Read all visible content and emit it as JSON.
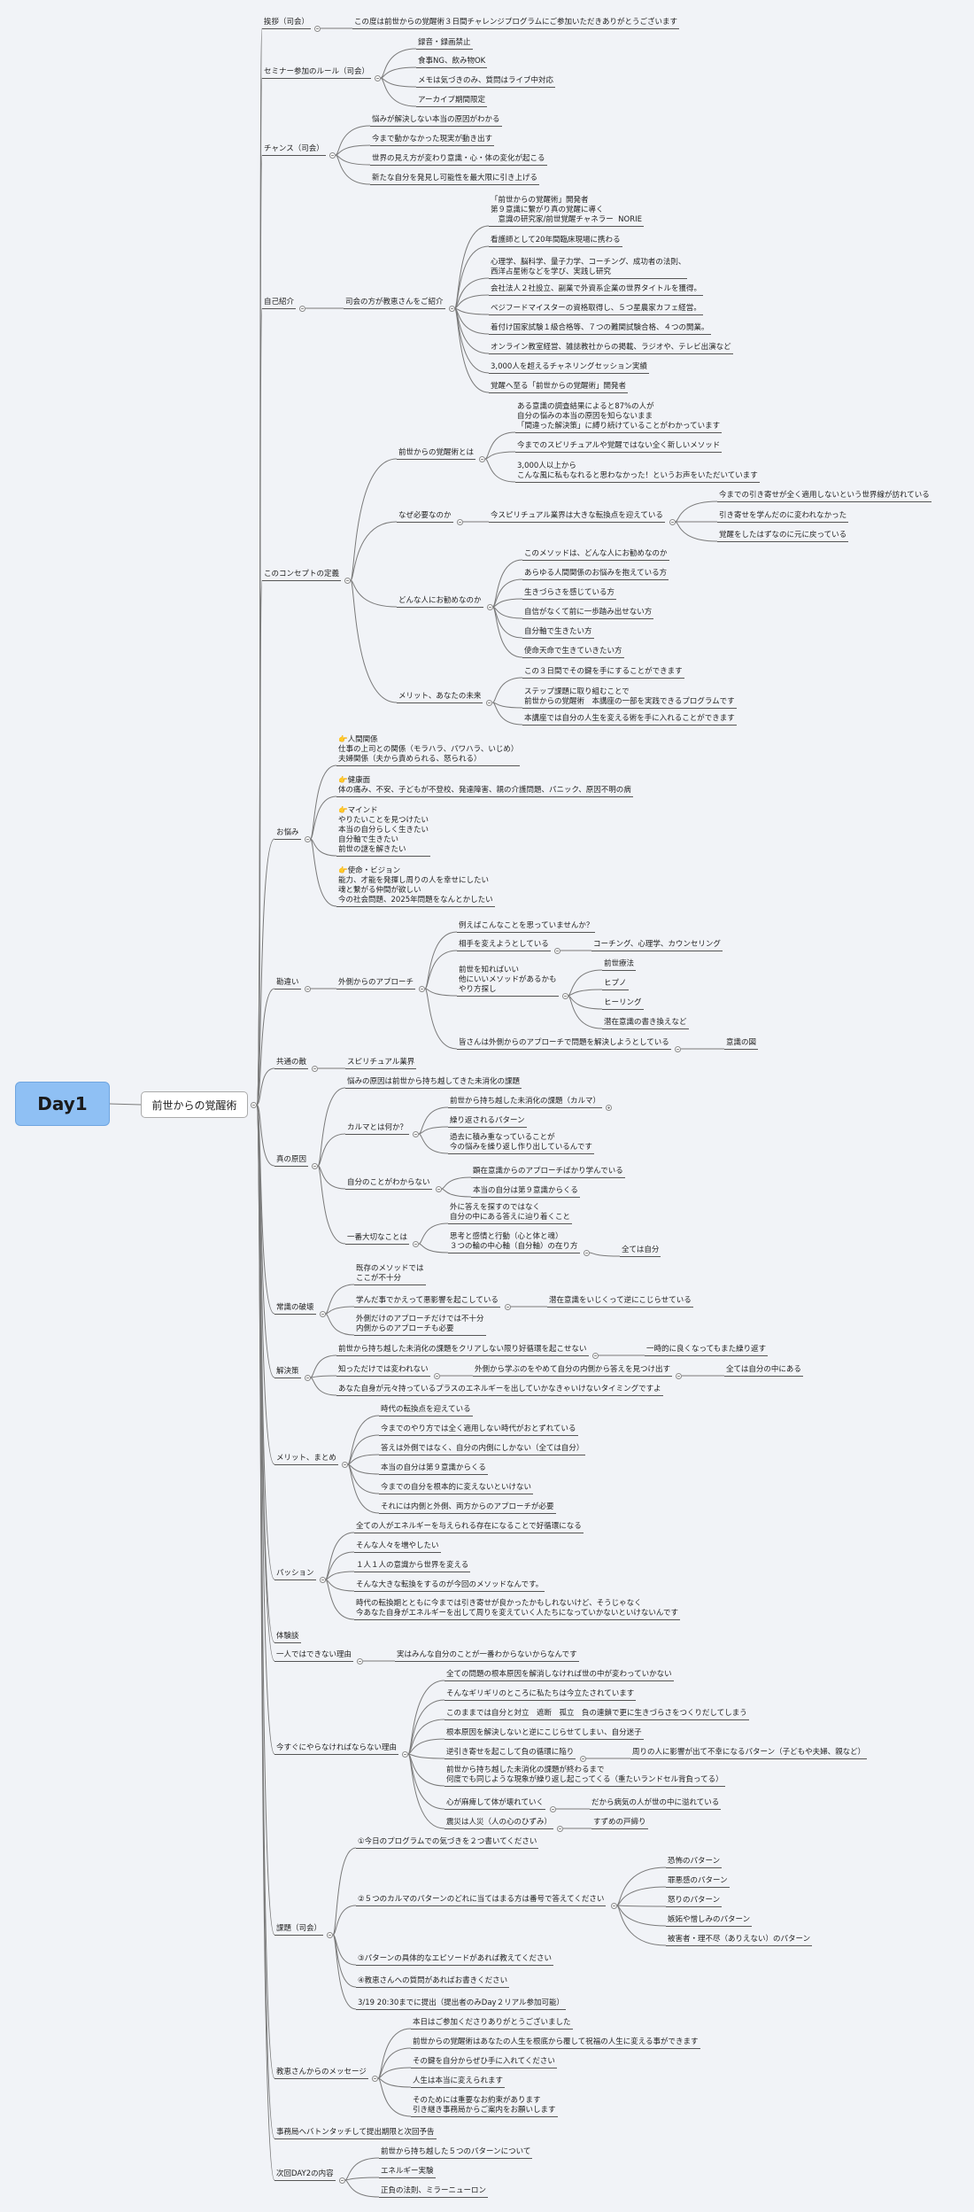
{
  "root": "Day1",
  "main": "前世からの覚醒術",
  "topics": [
    {
      "id": "t1",
      "text": "挨拶（司会）",
      "children": [
        {
          "id": "t1a",
          "text": "この度は前世からの覚醒術３日間チャレンジプログラムにご参加いただきありがとうございます"
        }
      ]
    },
    {
      "id": "t2",
      "text": "セミナー参加のルール（司会）",
      "children": [
        {
          "id": "t2a",
          "text": "録音・録画禁止"
        },
        {
          "id": "t2b",
          "text": "食事NG、飲み物OK"
        },
        {
          "id": "t2c",
          "text": "メモは気づきのみ、質問はライブ中対応"
        },
        {
          "id": "t2d",
          "text": "アーカイブ期間限定"
        }
      ]
    },
    {
      "id": "t3",
      "text": "チャンス（司会）",
      "children": [
        {
          "id": "t3a",
          "text": "悩みが解決しない本当の原因がわかる"
        },
        {
          "id": "t3b",
          "text": "今まで動かなかった現実が動き出す"
        },
        {
          "id": "t3c",
          "text": "世界の見え方が変わり意識・心・体の変化が起こる"
        },
        {
          "id": "t3d",
          "text": "新たな自分を発見し可能性を最大限に引き上げる"
        }
      ]
    },
    {
      "id": "t4",
      "text": "自己紹介",
      "children": [
        {
          "id": "t4a",
          "text": "司会の方が教恵さんをご紹介",
          "children": [
            {
              "id": "t4a1",
              "text": "「前世からの覚醒術」開発者\n第９意識に繋がり真の覚醒に導く\n　意識の研究家/前世覚醒チャネラー  NORIE"
            },
            {
              "id": "t4a2",
              "text": "看護師として20年間臨床現場に携わる"
            },
            {
              "id": "t4a3",
              "text": "心理学、脳科学、量子力学、コーチング、成功者の法則、\n西洋占星術などを学び、実践し研究"
            },
            {
              "id": "t4a4",
              "text": "会社法人２社設立、副業で外資系企業の世界タイトルを獲得。"
            },
            {
              "id": "t4a5",
              "text": "ベジフードマイスターの資格取得し、５つ星農家カフェ経営。"
            },
            {
              "id": "t4a6",
              "text": "着付け国家試験１級合格等、７つの難関試験合格、４つの開業。"
            },
            {
              "id": "t4a7",
              "text": "オンライン教室経営、雑誌教社からの掲載、ラジオや、テレビ出演など"
            },
            {
              "id": "t4a8",
              "text": "3,000人を超えるチャネリングセッション実績"
            },
            {
              "id": "t4a9",
              "text": "覚醒へ至る「前世からの覚醒術」開発者"
            }
          ]
        }
      ]
    },
    {
      "id": "t5",
      "text": "このコンセプトの定義",
      "children": [
        {
          "id": "t5a",
          "text": "前世からの覚醒術とは",
          "children": [
            {
              "id": "t5a1",
              "text": "ある意識の調査結果によると87%の人が\n自分の悩みの本当の原因を知らないまま\n「間違った解決策」に縛り続けていることがわかっています"
            },
            {
              "id": "t5a2",
              "text": "今までのスピリチュアルや覚醒ではない全く新しいメソッド"
            },
            {
              "id": "t5a3",
              "text": "3,000人以上から\nこんな風に私もなれると思わなかった！というお声をいただいています"
            }
          ]
        },
        {
          "id": "t5b",
          "text": "なぜ必要なのか",
          "children": [
            {
              "id": "t5b1",
              "text": "今スピリチュアル業界は大きな転換点を迎えている",
              "children": [
                {
                  "id": "t5b1a",
                  "text": "今までの引き寄せが全く適用しないという世界線が訪れている"
                },
                {
                  "id": "t5b1b",
                  "text": "引き寄せを学んだのに変われなかった"
                },
                {
                  "id": "t5b1c",
                  "text": "覚醒をしたはずなのに元に戻っている"
                }
              ]
            }
          ]
        },
        {
          "id": "t5c",
          "text": "どんな人にお勧めなのか",
          "children": [
            {
              "id": "t5c1",
              "text": "このメソッドは、どんな人にお勧めなのか"
            },
            {
              "id": "t5c2",
              "text": "あらゆる人間関係のお悩みを抱えている方"
            },
            {
              "id": "t5c3",
              "text": "生きづらさを感じている方"
            },
            {
              "id": "t5c4",
              "text": "自信がなくて前に一歩踏み出せない方"
            },
            {
              "id": "t5c5",
              "text": "自分軸で生きたい方"
            },
            {
              "id": "t5c6",
              "text": "使命天命で生きていきたい方"
            }
          ]
        },
        {
          "id": "t5d",
          "text": "メリット、あなたの未来",
          "children": [
            {
              "id": "t5d1",
              "text": "この３日間でその鍵を手にすることができます"
            },
            {
              "id": "t5d2",
              "text": "ステップ課題に取り組むことで\n前世からの覚醒術　本講座の一部を実践できるプログラムです"
            },
            {
              "id": "t5d3",
              "text": "本講座では自分の人生を変える術を手に入れることができます"
            }
          ]
        }
      ]
    },
    {
      "id": "t6",
      "text": "お悩み",
      "children": [
        {
          "id": "t6a",
          "text": "👉人間関係\n仕事の上司との関係（モラハラ、パワハラ、いじめ）\n夫婦関係（夫から責められる、怒られる）"
        },
        {
          "id": "t6b",
          "text": "👉健康面\n体の痛み、不安、子どもが不登校、発達障害、親の介護問題、パニック、原因不明の病"
        },
        {
          "id": "t6c",
          "text": "👉マインド\nやりたいことを見つけたい\n本当の自分らしく生きたい\n自分軸で生きたい\n前世の謎を解きたい"
        },
        {
          "id": "t6d",
          "text": "👉使命・ビジョン\n能力、才能を発揮し周りの人を幸せにしたい\n魂と繋がる仲間が欲しい\n今の社会問題、2025年問題をなんとかしたい"
        }
      ]
    },
    {
      "id": "t7",
      "text": "勘違い",
      "children": [
        {
          "id": "t7a",
          "text": "外側からのアプローチ",
          "children": [
            {
              "id": "t7a1",
              "text": "例えばこんなことを思っていませんか？"
            },
            {
              "id": "t7a2",
              "text": "相手を変えようとしている",
              "children": [
                {
                  "id": "t7a2a",
                  "text": "コーチング、心理学、カウンセリング"
                }
              ]
            },
            {
              "id": "t7a3",
              "text": "前世を知ればいい\n他にいいメソッドがあるかも\nやり方探し",
              "children": [
                {
                  "id": "t7a3a",
                  "text": "前世療法"
                },
                {
                  "id": "t7a3b",
                  "text": "ヒプノ"
                },
                {
                  "id": "t7a3c",
                  "text": "ヒーリング"
                },
                {
                  "id": "t7a3d",
                  "text": "潜在意識の書き換えなど"
                }
              ]
            },
            {
              "id": "t7a4",
              "text": "皆さんは外側からのアプローチで問題を解決しようとしている",
              "children": [
                {
                  "id": "t7a4a",
                  "text": "意識の図"
                }
              ]
            }
          ]
        }
      ]
    },
    {
      "id": "t8",
      "text": "共通の敵",
      "children": [
        {
          "id": "t8a",
          "text": "スピリチュアル業界"
        }
      ]
    },
    {
      "id": "t9",
      "text": "真の原因",
      "children": [
        {
          "id": "t9a",
          "text": "悩みの原因は前世から持ち越してきた未消化の課題"
        },
        {
          "id": "t9b",
          "text": "カルマとは何か？",
          "children": [
            {
              "id": "t9b1",
              "text": "前世から持ち越した未消化の課題（カルマ）"
            },
            {
              "id": "t9b2",
              "text": "繰り返されるパターン"
            },
            {
              "id": "t9b3",
              "text": "過去に積み重なっていることが\n今の悩みを繰り返し作り出しているんです"
            }
          ]
        },
        {
          "id": "t9c",
          "text": "自分のことがわからない",
          "children": [
            {
              "id": "t9c1",
              "text": "顕在意識からのアプローチばかり学んでいる"
            },
            {
              "id": "t9c2",
              "text": "本当の自分は第９意識からくる"
            }
          ]
        },
        {
          "id": "t9d",
          "text": "一番大切なことは",
          "children": [
            {
              "id": "t9d1",
              "text": "外に答えを探すのではなく\n自分の中にある答えに辿り着くこと"
            },
            {
              "id": "t9d2",
              "text": "思考と感情と行動（心と体と魂）\n３つの輪の中心軸（自分軸）の在り方",
              "children": [
                {
                  "id": "t9d2a",
                  "text": "全ては自分"
                }
              ]
            }
          ]
        }
      ]
    },
    {
      "id": "t10",
      "text": "常識の破壊",
      "children": [
        {
          "id": "t10a",
          "text": "既存のメソッドでは\nここが不十分"
        },
        {
          "id": "t10b",
          "text": "学んだ事でかえって悪影響を起こしている",
          "children": [
            {
              "id": "t10b1",
              "text": "潜在意識をいじくって逆にこじらせている"
            }
          ]
        },
        {
          "id": "t10c",
          "text": "外側だけのアプローチだけでは不十分\n内側からのアプローチも必要"
        }
      ]
    },
    {
      "id": "t11",
      "text": "解決策",
      "children": [
        {
          "id": "t11a",
          "text": "前世から持ち越した未消化の課題をクリアしない限り好循環を起こせない",
          "children": [
            {
              "id": "t11a1",
              "text": "一時的に良くなってもまた繰り返す"
            }
          ]
        },
        {
          "id": "t11b",
          "text": "知っただけでは変われない",
          "children": [
            {
              "id": "t11b1",
              "text": "外側から学ぶのをやめて自分の内側から答えを見つけ出す",
              "children": [
                {
                  "id": "t11b1a",
                  "text": "全ては自分の中にある"
                }
              ]
            }
          ]
        },
        {
          "id": "t11c",
          "text": "あなた自身が元々持っているプラスのエネルギーを出していかなきゃいけないタイミングですよ"
        }
      ]
    },
    {
      "id": "t12",
      "text": "メリット、まとめ",
      "children": [
        {
          "id": "t12a",
          "text": "時代の転換点を迎えている"
        },
        {
          "id": "t12b",
          "text": "今までのやり方では全く適用しない時代がおとずれている"
        },
        {
          "id": "t12c",
          "text": "答えは外側ではなく、自分の内側にしかない（全ては自分）"
        },
        {
          "id": "t12d",
          "text": "本当の自分は第９意識からくる"
        },
        {
          "id": "t12e",
          "text": "今までの自分を根本的に変えないといけない"
        },
        {
          "id": "t12f",
          "text": "それには内側と外側、両方からのアプローチが必要"
        }
      ]
    },
    {
      "id": "t13",
      "text": "パッション",
      "children": [
        {
          "id": "t13a",
          "text": "全ての人がエネルギーを与えられる存在になることで好循環になる"
        },
        {
          "id": "t13b",
          "text": "そんな人々を増やしたい"
        },
        {
          "id": "t13c",
          "text": "１人１人の意識から世界を変える"
        },
        {
          "id": "t13d",
          "text": "そんな大きな転換をするのが今回のメソッドなんです。"
        },
        {
          "id": "t13e",
          "text": "時代の転換期とともに今までは引き寄せが良かったかもしれないけど、そうじゃなく\n今あなた自身がエネルギーを出して周りを変えていく人たちになっていかないといけないんです"
        }
      ]
    },
    {
      "id": "t14",
      "text": "体験談"
    },
    {
      "id": "t15",
      "text": "一人ではできない理由",
      "children": [
        {
          "id": "t15a",
          "text": "実はみんな自分のことが一番わからないからなんです"
        }
      ]
    },
    {
      "id": "t16",
      "text": "今すぐにやらなければならない理由",
      "children": [
        {
          "id": "t16a",
          "text": "全ての問題の根本原因を解消しなければ世の中が変わっていかない"
        },
        {
          "id": "t16b",
          "text": "そんなギリギリのところに私たちは今立たされています"
        },
        {
          "id": "t16c",
          "text": "このままでは自分と対立　遮断　孤立　負の連鎖で更に生きづらさをつくりだしてしまう"
        },
        {
          "id": "t16d",
          "text": "根本原因を解決しないと逆にこじらせてしまい、自分迷子"
        },
        {
          "id": "t16e",
          "text": "逆引き寄せを起こして負の循環に陥り",
          "children": [
            {
              "id": "t16e1",
              "text": "周りの人に影響が出て不幸になるパターン（子どもや夫婦、親など）"
            }
          ]
        },
        {
          "id": "t16f",
          "text": "前世から持ち越した未消化の課題が終わるまで\n何度でも同じような現象が繰り返し起こってくる（重たいランドセル背負ってる）"
        },
        {
          "id": "t16g",
          "text": "心が麻痺して体が壊れていく",
          "children": [
            {
              "id": "t16g1",
              "text": "だから病気の人が世の中に溢れている"
            }
          ]
        },
        {
          "id": "t16h",
          "text": "震災は人災（人の心のひずみ）",
          "children": [
            {
              "id": "t16h1",
              "text": "すずめの戸締り"
            }
          ]
        }
      ]
    },
    {
      "id": "t17",
      "text": "課題（司会）",
      "children": [
        {
          "id": "t17a",
          "text": "①今日のプログラムでの気づきを２つ書いてください"
        },
        {
          "id": "t17b",
          "text": "②５つのカルマのパターンのどれに当てはまる方は番号で答えてください",
          "children": [
            {
              "id": "t17b1",
              "text": "恐怖のパターン"
            },
            {
              "id": "t17b2",
              "text": "罪悪感のパターン"
            },
            {
              "id": "t17b3",
              "text": "怒りのパターン"
            },
            {
              "id": "t17b4",
              "text": "嫉妬や憎しみのパターン"
            },
            {
              "id": "t17b5",
              "text": "被害者・理不尽（ありえない）のパターン"
            }
          ]
        },
        {
          "id": "t17c",
          "text": "③パターンの具体的なエピソードがあれば教えてください"
        },
        {
          "id": "t17d",
          "text": "④教恵さんへの質問があればお書きください"
        },
        {
          "id": "t17e",
          "text": "3/19 20:30までに提出（提出者のみDay２リアル参加可能）"
        }
      ]
    },
    {
      "id": "t18",
      "text": "教恵さんからのメッセージ",
      "children": [
        {
          "id": "t18a",
          "text": "本日はご参加くださりありがとうございました"
        },
        {
          "id": "t18b",
          "text": "前世からの覚醒術はあなたの人生を根底から覆して祝福の人生に変える事ができます"
        },
        {
          "id": "t18c",
          "text": "その鍵を自分からぜひ手に入れてください"
        },
        {
          "id": "t18d",
          "text": "人生は本当に変えられます"
        },
        {
          "id": "t18e",
          "text": "そのためには重要なお約束があります\n引き継き事務局からご案内をお願いします"
        }
      ]
    },
    {
      "id": "t19",
      "text": "事務局へバトンタッチして提出期限と次回予告"
    },
    {
      "id": "t20",
      "text": "次回DAY2の内容",
      "children": [
        {
          "id": "t20a",
          "text": "前世から持ち越した５つのパターンについて"
        },
        {
          "id": "t20b",
          "text": "エネルギー実験"
        },
        {
          "id": "t20c",
          "text": "正負の法則、ミラーニューロン"
        }
      ]
    }
  ]
}
